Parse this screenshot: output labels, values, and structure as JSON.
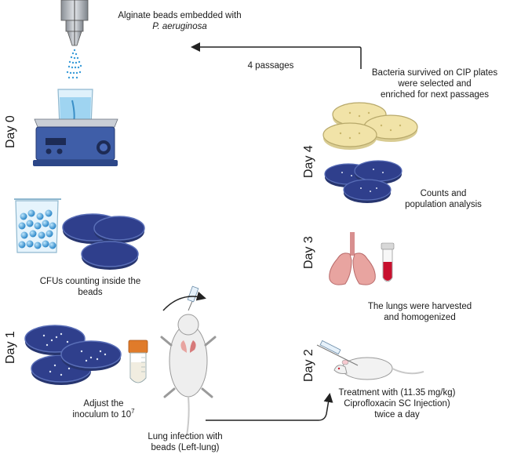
{
  "labels": {
    "alginate_line1": "Alginate beads embedded with",
    "alginate_line2": "P. aeruginosa",
    "passages": "4 passages",
    "survived_line1": "Bacteria survived on CIP plates",
    "survived_line2": "were selected and",
    "survived_line3": "enriched for next passages",
    "counts_line1": "Counts and",
    "counts_line2": "population analysis",
    "cfu_line1": "CFUs counting inside the",
    "cfu_line2": "beads",
    "lungs_line1": "The lungs were harvested",
    "lungs_line2": "and homogenized",
    "adjust_line1": "Adjust the",
    "adjust_line2": "inoculum to 10",
    "adjust_sup": "7",
    "infection_line1": "Lung infection with",
    "infection_line2": "beads (Left-lung)",
    "treatment_line1": "Treatment with (11.35 mg/kg)",
    "treatment_line2": "Ciprofloxacin SC Injection)",
    "treatment_line3": "twice a day"
  },
  "days": {
    "day0": "Day 0",
    "day1": "Day 1",
    "day2": "Day 2",
    "day3": "Day 3",
    "day4": "Day 4"
  },
  "icons": [
    "nozzle-icon",
    "beaker-on-stirrer-icon",
    "bead-beaker-icon",
    "petri-dish-icon",
    "culture-tube-icon",
    "mouse-icon",
    "syringe-icon",
    "lungs-icon",
    "blood-tube-icon"
  ],
  "colors": {
    "plate_blue": "#2f3f8c",
    "plate_rim": "#5a6fb8",
    "agar_yellow": "#f1e3a8",
    "stirrer_blue": "#3f5ea8",
    "bead_blue": "#3a9bd8",
    "lung_pink": "#e8a4a0",
    "blood_red": "#c8102e",
    "tube_cap_orange": "#e07b2a",
    "arrow": "#222222"
  }
}
